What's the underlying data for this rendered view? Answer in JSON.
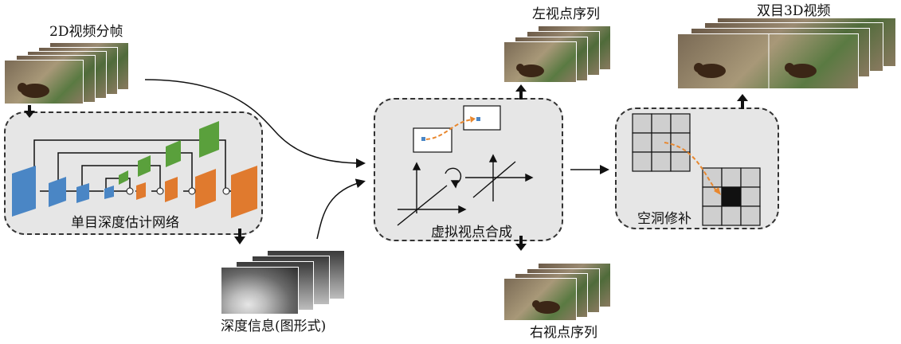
{
  "labels": {
    "input_frames": "2D视频分帧",
    "depth_net": "单目深度估计网络",
    "depth_info": "深度信息(图形式)",
    "view_synthesis": "虚拟视点合成",
    "left_seq": "左视点序列",
    "right_seq": "右视点序列",
    "hole_filling": "空洞修补",
    "output": "双目3D视频"
  },
  "colors": {
    "box_fill": "#e6e6e6",
    "encoder_blue": "#4a86c5",
    "decoder_orange": "#e07a2e",
    "skip_green": "#5aa03c",
    "arrow_orange": "#e8872e",
    "hole_black": "#111111"
  }
}
